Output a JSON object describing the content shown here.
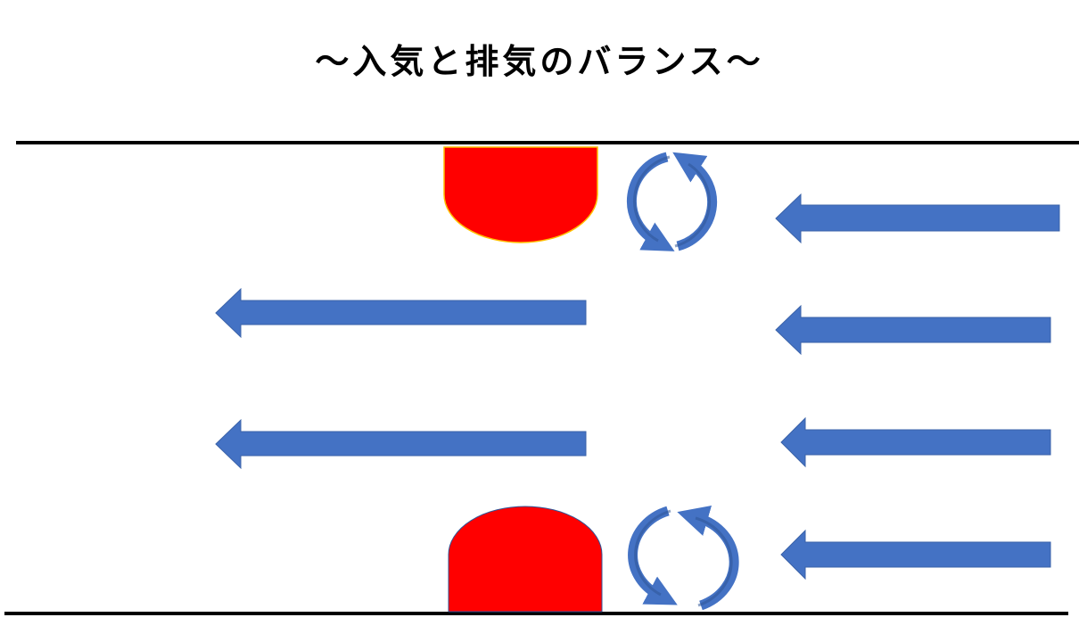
{
  "title": "～入気と排気のバランス～",
  "colors": {
    "arrow": "#4472C4",
    "arrow_dark": "#2F5597",
    "obstacle": "#FF0000",
    "obstacle_outline": "#FFC000",
    "wall": "#000000"
  },
  "elements": {
    "flow_arrows": {
      "direction": "left",
      "count": 6
    },
    "obstacles": {
      "count": 2,
      "shape": "half-rounded block"
    },
    "eddies": {
      "count": 2,
      "shape": "circular arrows"
    }
  }
}
